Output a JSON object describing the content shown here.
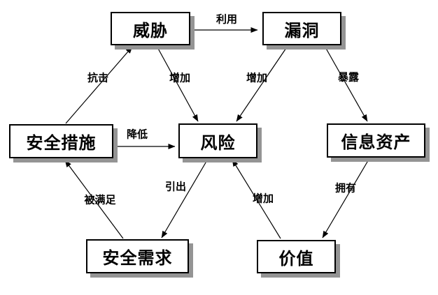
{
  "diagram": {
    "nodes": [
      {
        "id": "threat",
        "label": "威胁"
      },
      {
        "id": "vulnerability",
        "label": "漏洞"
      },
      {
        "id": "security-measures",
        "label": "安全措施"
      },
      {
        "id": "risk",
        "label": "风险"
      },
      {
        "id": "information-assets",
        "label": "信息资产"
      },
      {
        "id": "security-requirements",
        "label": "安全需求"
      },
      {
        "id": "value",
        "label": "价值"
      }
    ],
    "edges": [
      {
        "from": "威胁",
        "to": "漏洞",
        "label": "利用"
      },
      {
        "from": "安全措施",
        "to": "威胁",
        "label": "抗击"
      },
      {
        "from": "威胁",
        "to": "风险",
        "label": "增加"
      },
      {
        "from": "漏洞",
        "to": "风险",
        "label": "增加"
      },
      {
        "from": "漏洞",
        "to": "信息资产",
        "label": "暴露"
      },
      {
        "from": "安全措施",
        "to": "风险",
        "label": "降低"
      },
      {
        "from": "安全需求",
        "to": "安全措施",
        "label": "被满足"
      },
      {
        "from": "风险",
        "to": "安全需求",
        "label": "引出"
      },
      {
        "from": "价值",
        "to": "风险",
        "label": "增加"
      },
      {
        "from": "信息资产",
        "to": "价值",
        "label": "拥有"
      }
    ],
    "colors": {
      "background": "#ffffff",
      "box_fill": "#ffffff",
      "box_border": "#000000",
      "box_shadow": "#949494",
      "line": "#000000"
    }
  }
}
